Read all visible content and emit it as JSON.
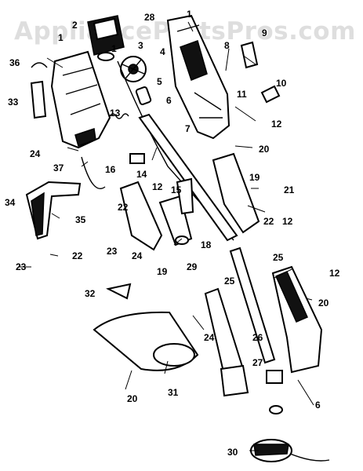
{
  "watermark": "AppliancePartsPros.com",
  "colors": {
    "ink": "#000000",
    "background": "#ffffff"
  },
  "callouts": [
    "1",
    "2",
    "28",
    "1",
    "9",
    "36",
    "1",
    "3",
    "4",
    "8",
    "5",
    "10",
    "33",
    "6",
    "11",
    "13",
    "12",
    "7",
    "24",
    "20",
    "37",
    "16",
    "14",
    "19",
    "12",
    "15",
    "21",
    "34",
    "22",
    "35",
    "22",
    "12",
    "23",
    "24",
    "18",
    "29",
    "22",
    "23",
    "19",
    "25",
    "12",
    "32",
    "25",
    "20",
    "24",
    "26",
    "27",
    "20",
    "31",
    "6",
    "30"
  ]
}
